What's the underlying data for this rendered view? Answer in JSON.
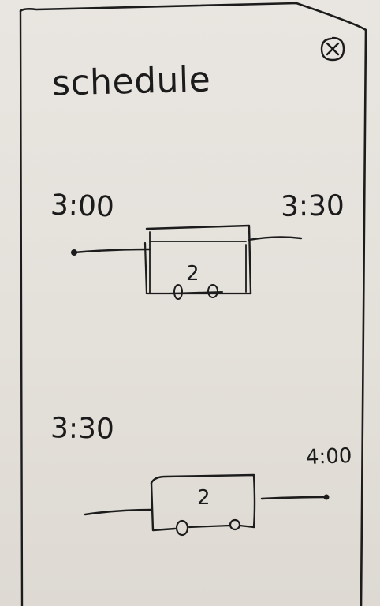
{
  "header": {
    "title": "schedule"
  },
  "close_button": {
    "icon": "close-icon"
  },
  "timeline": [
    {
      "start_label": "3:00",
      "end_label": "3:30",
      "count": "2"
    },
    {
      "start_label": "3:30",
      "end_label": "4:00",
      "count": "2"
    }
  ]
}
